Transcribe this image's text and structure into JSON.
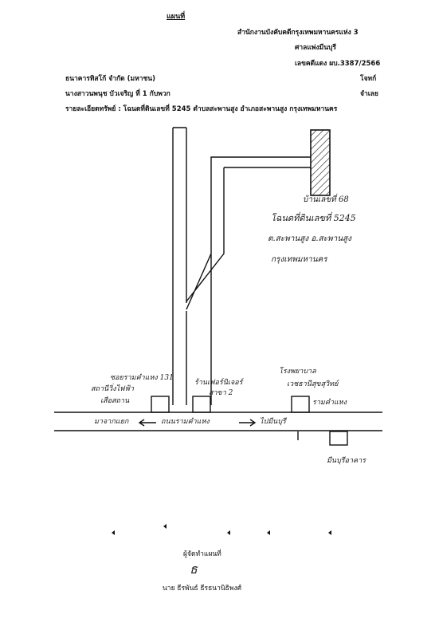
{
  "header": {
    "title": "แผนที่",
    "office": "สำนักงานบังคับคดีกรุงเทพมหานครแห่ง 3",
    "court": "ศาลแพ่งมีนบุรี",
    "case_no": "เลขคดีแดง ผบ.3387/2566"
  },
  "parties": {
    "plaintiff": "ธนาคารทิสโก้ จำกัด (มหาชน)",
    "plaintiff_role": "โจทก์",
    "defendant": "นางสาวนพนุช บัวเจริญ ที่ 1 กับพวก",
    "defendant_role": "จำเลย"
  },
  "property": {
    "details": "รายละเอียดทรัพย์ : โฉนดที่ดินเลขที่ 5245 ตำบลสะพานสูง อำเภอสะพานสูง กรุงเทพมหานคร"
  },
  "map_notes": {
    "house_no": "บ้านเลขที่ 68",
    "deed_no": "โฉนดที่ดินเลขที่ 5245",
    "subdistrict": "ต.สะพานสูง อ.สะพานสูง",
    "province": "กรุงเทพมหานคร",
    "left_label_1": "ซอยรามคำแหง 131",
    "left_label_2": "สถานีวิ่งไฟฟ้า",
    "left_label_3": "เสือสถาน",
    "mid_label_1": "ร้านเฟอร์นิเจอร์",
    "mid_label_2": "สาขา 2",
    "right_label_1": "โรงพยาบาล",
    "right_label_2": "เวชธานีสุขสุวิทย์",
    "right_label_3": "รามคำแหง",
    "road_left": "มาจากแยก",
    "road_mid": "ถนนรามคำแหง",
    "road_right": "ไปมีนบุรี",
    "bottom_label": "มีนบุรีอาคาร"
  },
  "footer": {
    "maker_label": "ผู้จัดทำแผนที่",
    "signature": "ธ",
    "maker_name": "นาย ธีรพันธ์ ธีรธนานิธิพงศ์"
  }
}
